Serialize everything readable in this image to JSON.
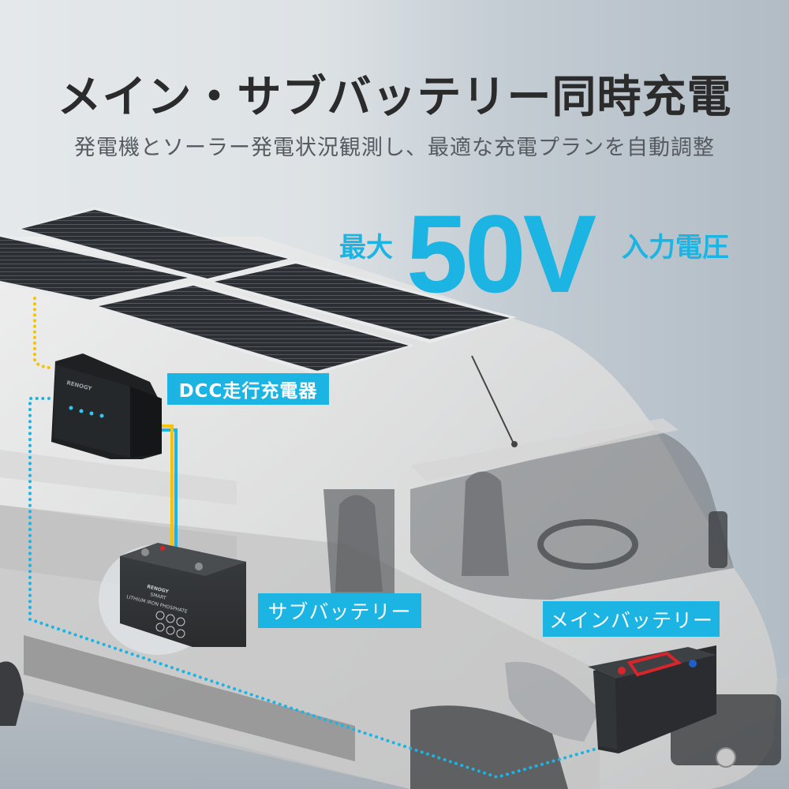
{
  "header": {
    "title": "メイン・サブバッテリー同時充電",
    "subtitle": "発電機とソーラー発電状況観測し、最適な充電プランを自動調整"
  },
  "spec": {
    "prefix": "最大",
    "value": "50V",
    "suffix": "入力電圧"
  },
  "labels": {
    "dcc_charger": "DCC走行充電器",
    "sub_battery": "サブバッテリー",
    "main_battery": "メインバッテリー"
  },
  "products": {
    "charger_brand": "RENOGY",
    "battery_brand": "RENOGY",
    "battery_line1": "SMART",
    "battery_line2": "LITHIUM IRON PHOSPHATE"
  },
  "colors": {
    "accent": "#1bb4e3",
    "solar_line": "#f5c400",
    "battery_line": "#1bb4e3",
    "headline": "#2b2b2b",
    "subtitle": "#555b60"
  },
  "icons": {
    "charger_leds": [
      "solar-led-icon",
      "battery-led-icon",
      "charge-led-icon",
      "alternator-led-icon"
    ],
    "battery_warnings": [
      "manual-icon",
      "fire-icon",
      "no-children-icon",
      "recycle-icon",
      "no-water-icon",
      "no-trash-icon"
    ]
  }
}
